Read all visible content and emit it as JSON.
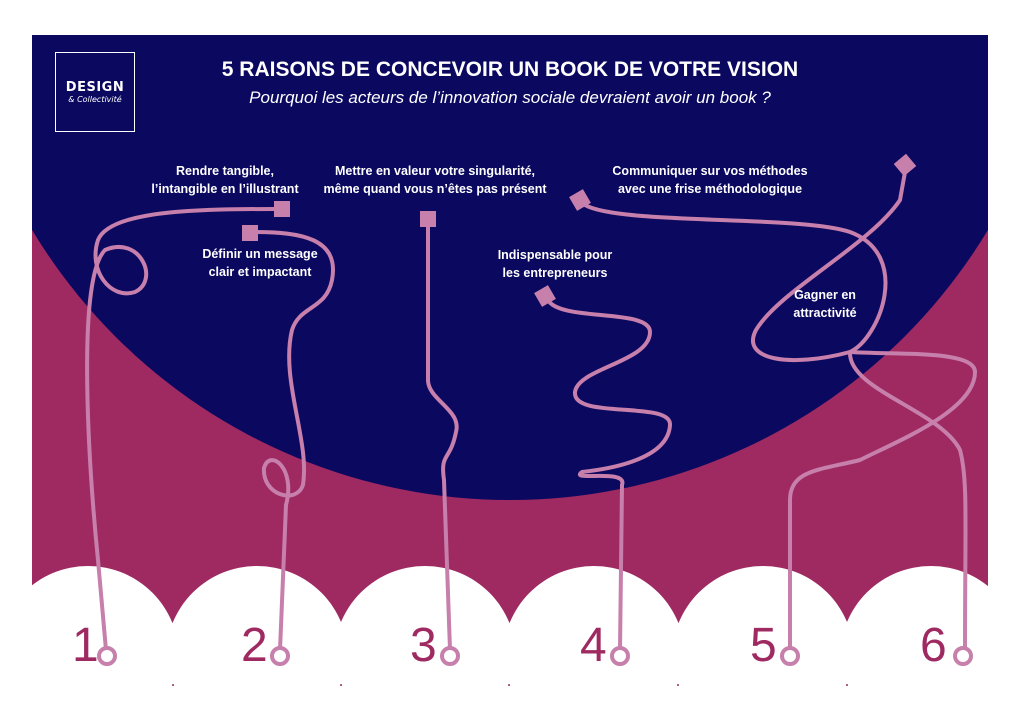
{
  "logo": {
    "line1": "DESIGN",
    "line2": "& Collectivité"
  },
  "header": {
    "title": "5 RAISONS DE CONCEVOIR UN BOOK DE VOTRE VISION",
    "subtitle": "Pourquoi les acteurs de l’innovation sociale devraient avoir un book ?"
  },
  "reasons": [
    {
      "label_1": "Rendre tangible,",
      "label_2": "l’intangible en l’illustrant"
    },
    {
      "label_1": "Définir un message",
      "label_2": "clair et impactant"
    },
    {
      "label_1": "Mettre en valeur votre singularité,",
      "label_2": "même quand vous n’êtes pas présent"
    },
    {
      "label_1": "Indispensable pour",
      "label_2": "les entrepreneurs"
    },
    {
      "label_1": "Communiquer sur vos méthodes",
      "label_2": "avec une frise méthodologique"
    },
    {
      "label_1": "Gagner en",
      "label_2": "attractivité"
    }
  ],
  "numbers": [
    "1",
    "2",
    "3",
    "4",
    "5",
    "6"
  ],
  "colors": {
    "navy": "#0b0860",
    "magenta": "#9e2a61",
    "string": "#c77fab"
  }
}
